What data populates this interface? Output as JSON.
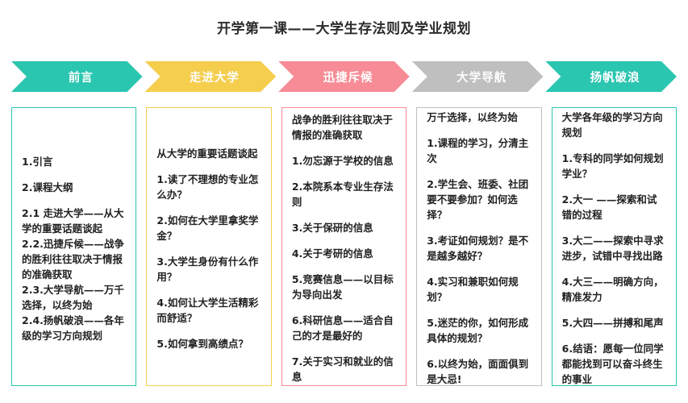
{
  "header": {
    "title": "开学第一课——大学生存法则及学业规划"
  },
  "ribbon": {
    "steps": [
      {
        "label": "前言",
        "color": "#2ac6b0"
      },
      {
        "label": "走进大学",
        "color": "#f5ce4e"
      },
      {
        "label": "迅捷斥候",
        "color": "#f78c96"
      },
      {
        "label": "大学导航",
        "color": "#bfbfbf"
      },
      {
        "label": "扬帆破浪",
        "color": "#2ac6b0"
      }
    ]
  },
  "cards": [
    {
      "border_color": "#2ac6b0",
      "heading": "",
      "items": [
        "1.引言",
        "2.课程大纲"
      ],
      "sub_items": [
        "2.1 走进大学——从大学的重要话题谈起",
        "2.2.迅捷斥候——战争的胜利往往取决于情报的准确获取",
        "2.3.大学导航——万千选择，以终为始",
        "2.4.扬帆破浪——各年级的学习方向规划"
      ]
    },
    {
      "border_color": "#f5ce4e",
      "heading": "从大学的重要话题谈起",
      "items": [
        "1.读了不理想的专业怎么办？",
        "2.如何在大学里拿奖学金？",
        "3.大学生身份有什么作用？",
        "4.如何让大学生活精彩而舒适？",
        "5.如何拿到高绩点？"
      ],
      "sub_items": []
    },
    {
      "border_color": "#f78c96",
      "heading": "战争的胜利往往取决于情报的准确获取",
      "items": [
        "1.勿忘源于学校的信息",
        "2.本院系本专业生存法则",
        "3.关于保研的信息",
        "4.关于考研的信息",
        "5.竞赛信息——以目标为导向出发",
        "6.科研信息——适合自己的才是最好的",
        "7.关于实习和就业的信息"
      ],
      "sub_items": []
    },
    {
      "border_color": "#bfbfbf",
      "heading": "万千选择，以终为始",
      "items": [
        "1.课程的学习，分清主次",
        "2.学生会、班委、社团要不要参加？如何选择？",
        "3.考证如何规划？是不是越多越好？",
        "4.实习和兼职如何规划？",
        "5.迷茫的你，如何形成具体的规划？",
        "6.以终为始，面面俱到是大忌!"
      ],
      "sub_items": []
    },
    {
      "border_color": "#2ac6b0",
      "heading": "大学各年级的学习方向规划",
      "items": [
        "1.专科的同学如何规划学业？",
        "2.大一 ——探索和试错的过程",
        "3.大二——探索中寻求进步，试错中寻找出路",
        "4.大三——明确方向，精准发力",
        "5.大四——拼搏和尾声",
        "6.结语：愿每一位同学都能找到可以奋斗终生的事业"
      ],
      "sub_items": []
    }
  ]
}
